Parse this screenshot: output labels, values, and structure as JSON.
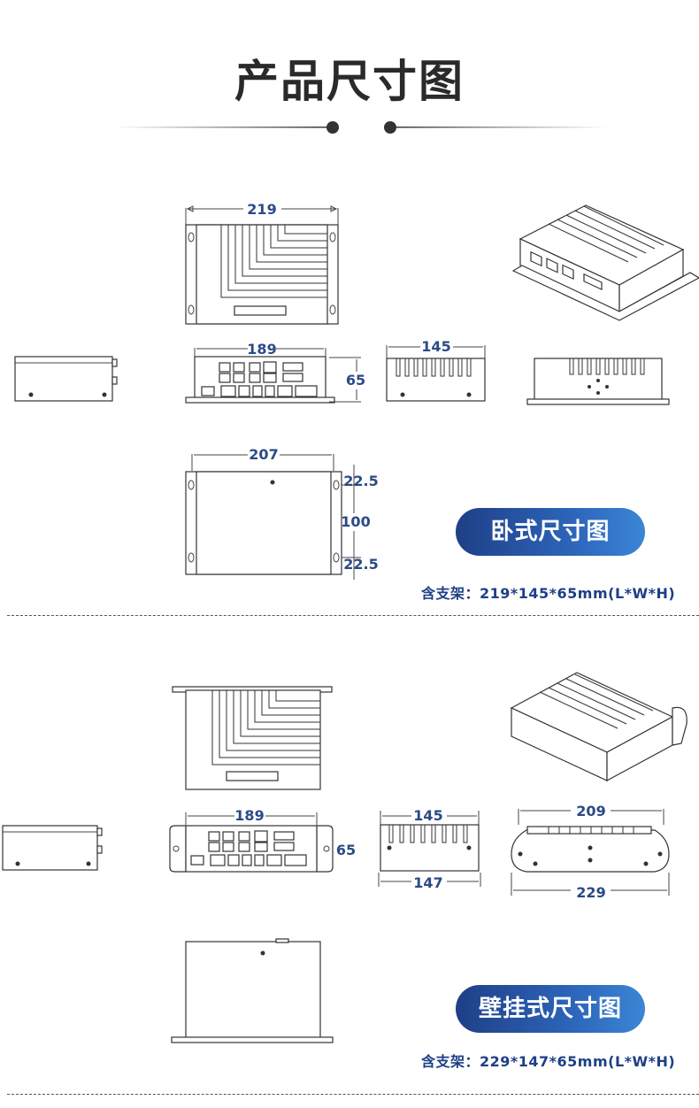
{
  "title": "产品尺寸图",
  "horizontal": {
    "badge": "卧式尺寸图",
    "spec": "含支架：219*145*65mm(L*W*H)",
    "dims": {
      "top_length": "219",
      "front_width": "189",
      "height": "65",
      "side_width": "145",
      "bottom_length": "207",
      "hole_offset_top": "22.5",
      "hole_spacing": "100",
      "hole_offset_bottom": "22.5"
    }
  },
  "wall": {
    "badge": "壁挂式尺寸图",
    "spec": "含支架：229*147*65mm(L*W*H)",
    "dims": {
      "front_width": "189",
      "height": "65",
      "side_top": "145",
      "side_bottom": "147",
      "back_top": "209",
      "back_bottom": "229"
    }
  },
  "colors": {
    "accent": "#2b4a86",
    "badge_start": "#1f3f86",
    "badge_end": "#3b86d6"
  }
}
